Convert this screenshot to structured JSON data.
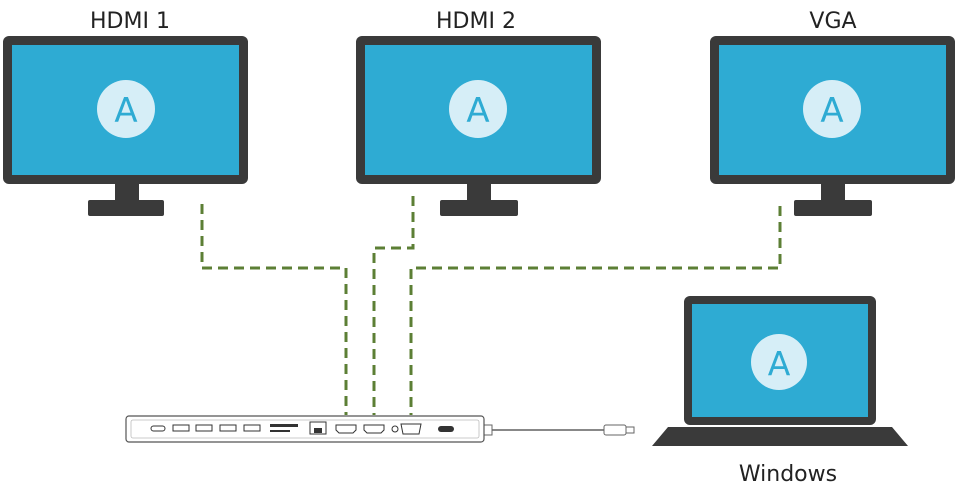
{
  "monitors": [
    {
      "label": "HDMI 1",
      "screen_glyph": "A"
    },
    {
      "label": "HDMI 2",
      "screen_glyph": "A"
    },
    {
      "label": "VGA",
      "screen_glyph": "A"
    }
  ],
  "laptop": {
    "label": "Windows",
    "screen_glyph": "A"
  },
  "colors": {
    "bezel": "#3a3a3a",
    "screen": "#2eabd3",
    "glyph_circle": "#d6eef7",
    "cable": "#5c7f35",
    "hub_outline": "#555555"
  },
  "icons": [
    "monitor-icon",
    "laptop-icon",
    "usb-c-hub-icon"
  ]
}
